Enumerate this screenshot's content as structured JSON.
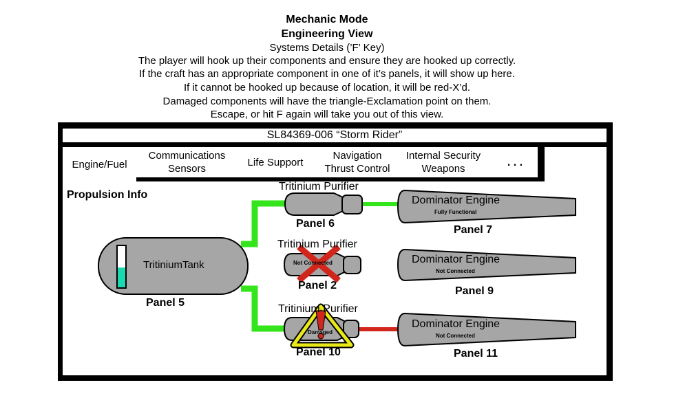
{
  "header": {
    "title": "Mechanic Mode",
    "subtitle": "Engineering View",
    "lines": [
      "Systems Details (’F’ Key)",
      "The player will hook up their components and ensure they are hooked up correctly.",
      "If the craft has an appropriate component in one of it’s panels, it will show up here.",
      "If it cannot be hooked up because of location, it will be red-X’d.",
      "Damaged components will have the triangle-Exclamation point on them.",
      "Escape, or hit F again will take you out of this view."
    ]
  },
  "window": {
    "title": "SL84369-006 “Storm Rider”"
  },
  "tabs": [
    {
      "label": "Engine/Fuel"
    },
    {
      "label": "Communications\nSensors"
    },
    {
      "label": "Life Support"
    },
    {
      "label": "Navigation\nThrust Control"
    },
    {
      "label": "Internal Security\nWeapons"
    },
    {
      "label": ". . ."
    }
  ],
  "section": {
    "title": "Propulsion Info"
  },
  "tank": {
    "label": "TritiniumTank",
    "panel": "Panel 5",
    "fill_level": 0.48,
    "fill_color": "#1ad9b0"
  },
  "purifiers": [
    {
      "label": "Tritinium Purifier",
      "status": "",
      "panel": "Panel 6",
      "state": "ok"
    },
    {
      "label": "Tritinium Purifier",
      "status": "Not Connected",
      "panel": "Panel 2",
      "state": "blocked"
    },
    {
      "label": "Tritinium Purifier",
      "status": "Damaged",
      "panel": "Panel 10",
      "state": "damaged"
    }
  ],
  "engines": [
    {
      "label": "Dominator Engine",
      "status": "Fully Functional",
      "panel": "Panel 7"
    },
    {
      "label": "Dominator Engine",
      "status": "Not Connected",
      "panel": "Panel 9"
    },
    {
      "label": "Dominator Engine",
      "status": "Not Connected",
      "panel": "Panel 11"
    }
  ],
  "colors": {
    "pipe_ok": "#33e51a",
    "pipe_bad": "#d0261c",
    "component_fill": "#a6a6a6",
    "x_mark": "#d0261c",
    "warning_triangle": "#e8e81a",
    "exclamation": "#d0261c"
  },
  "icons": {
    "blocked": "red-x-icon",
    "damaged": "warning-triangle-icon"
  }
}
